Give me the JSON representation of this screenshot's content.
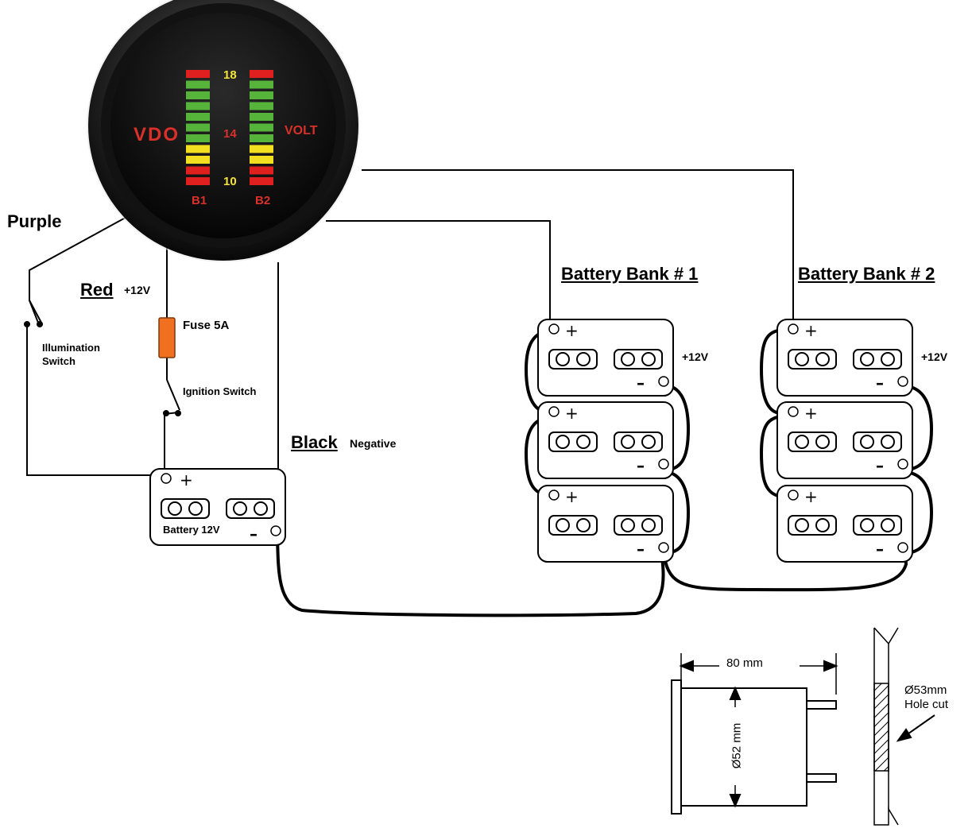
{
  "gauge": {
    "brand": "VDO",
    "unit": "VOLT",
    "scale_top": "18",
    "scale_mid": "14",
    "scale_bottom": "10",
    "bank1_label": "B1",
    "bank2_label": "B2",
    "colors": {
      "red": "#e0201e",
      "yellow": "#f2e020",
      "green": "#57b43a",
      "brand_red": "#d9302a",
      "scale_yellow": "#f5e33a"
    }
  },
  "wires": {
    "purple": "Purple",
    "red": "Red",
    "red_voltage": "+12V",
    "black": "Black",
    "black_note": "Negative"
  },
  "components": {
    "fuse": "Fuse 5A",
    "illumination_switch": [
      "Illumination",
      "Switch"
    ],
    "ignition_switch": "Ignition Switch",
    "battery": "Battery 12V",
    "bank1_title": "Battery Bank # 1",
    "bank2_title": "Battery Bank # 2",
    "bank_voltage": "+12V",
    "plus": "+",
    "minus": "–"
  },
  "dimensions": {
    "width": "80 mm",
    "diameter": "Ø52 mm",
    "hole": [
      "Ø53mm",
      "Hole cut"
    ]
  }
}
